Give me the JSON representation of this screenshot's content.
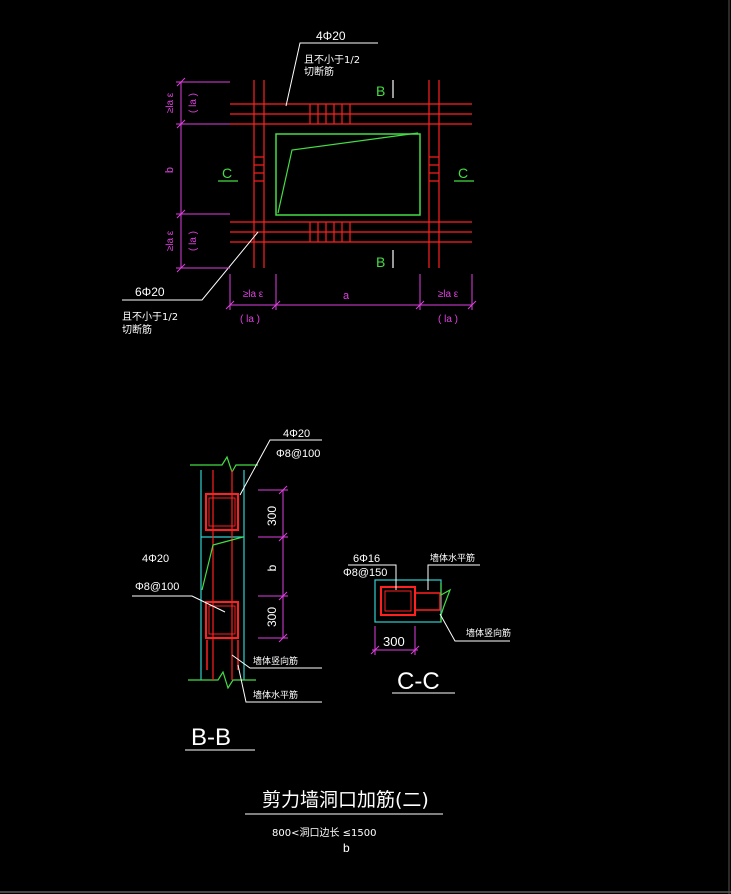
{
  "colors": {
    "background": "#000000",
    "rebar": "#ff2020",
    "wall": "#30d0d0",
    "opening": "#44dd44",
    "dimension": "#e040e0",
    "text": "#ffffff"
  },
  "plan": {
    "top_note": "4Φ20",
    "top_note2": "且不小于1/2",
    "top_note3": "切断筋",
    "bottom_note": "6Φ20",
    "bottom_note2": "且不小于1/2",
    "bottom_note3": "切断筋",
    "sec_b_top": "B",
    "sec_b_bot": "B",
    "sec_c_left": "C",
    "sec_c_right": "C",
    "dim_lae_top": "≥la ε",
    "dim_la_top": "( la )",
    "dim_b": "b",
    "dim_lae_bot": "≥la ε",
    "dim_la_bot": "( la )",
    "dim_lae_left": "≥la ε",
    "dim_la_left": "( la )",
    "dim_a": "a",
    "dim_lae_right": "≥la ε",
    "dim_la_right": "( la )"
  },
  "section_bb": {
    "note_top1": "4Φ20",
    "note_top2": "Φ8@100",
    "note_mid1": "4Φ20",
    "note_mid2": "Φ8@100",
    "dim_300_top": "300",
    "dim_b": "b",
    "dim_300_bot": "300",
    "label_vertical": "墙体竖向筋",
    "label_horizontal": "墙体水平筋",
    "title": "B-B"
  },
  "section_cc": {
    "note1": "6Φ16",
    "note2": "Φ8@150",
    "label_horizontal": "墙体水平筋",
    "label_vertical": "墙体竖向筋",
    "dim_300": "300",
    "title": "C-C"
  },
  "title_block": {
    "title": "剪力墙洞口加筋(二)",
    "subtitle": "800<洞口边长 ≤1500",
    "sub_b": "b"
  }
}
